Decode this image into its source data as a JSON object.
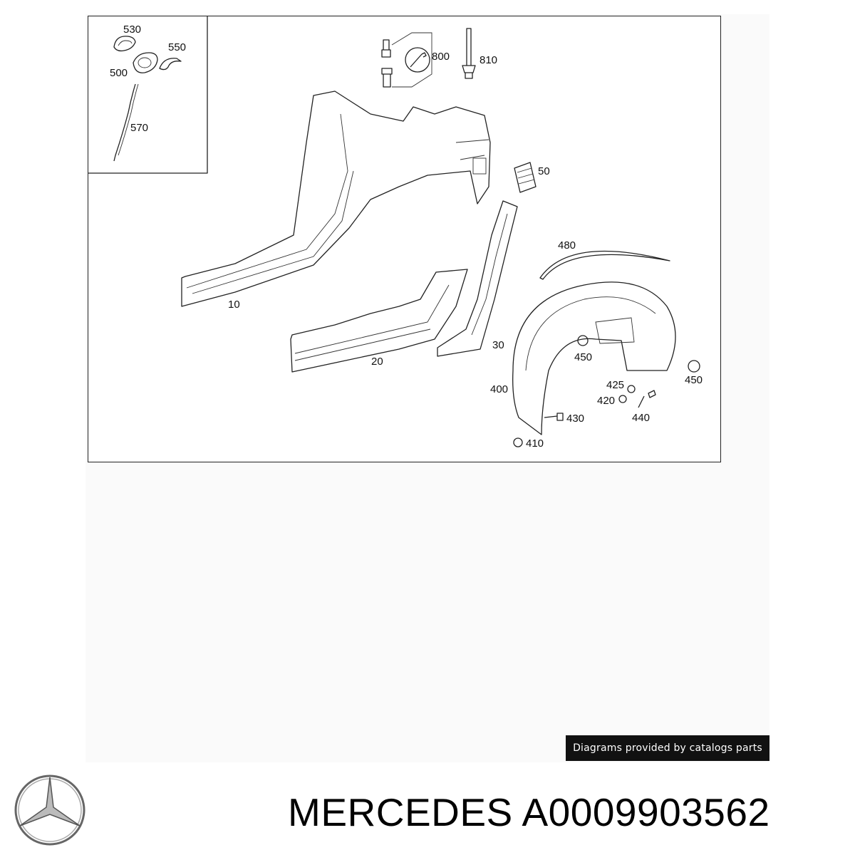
{
  "diagram": {
    "callouts": {
      "p530": "530",
      "p550": "550",
      "p500": "500",
      "p570": "570",
      "p800": "800",
      "p810": "810",
      "p50": "50",
      "p480": "480",
      "p10": "10",
      "p20": "20",
      "p30": "30",
      "p450a": "450",
      "p450b": "450",
      "p425": "425",
      "p420": "420",
      "p440": "440",
      "p400": "400",
      "p430": "430",
      "p410": "410"
    }
  },
  "credit_label": "Diagrams provided by catalogs parts",
  "caption": {
    "brand": "MERCEDES",
    "part_number": "A0009903562"
  },
  "logo": {
    "name": "mercedes-star-logo"
  }
}
